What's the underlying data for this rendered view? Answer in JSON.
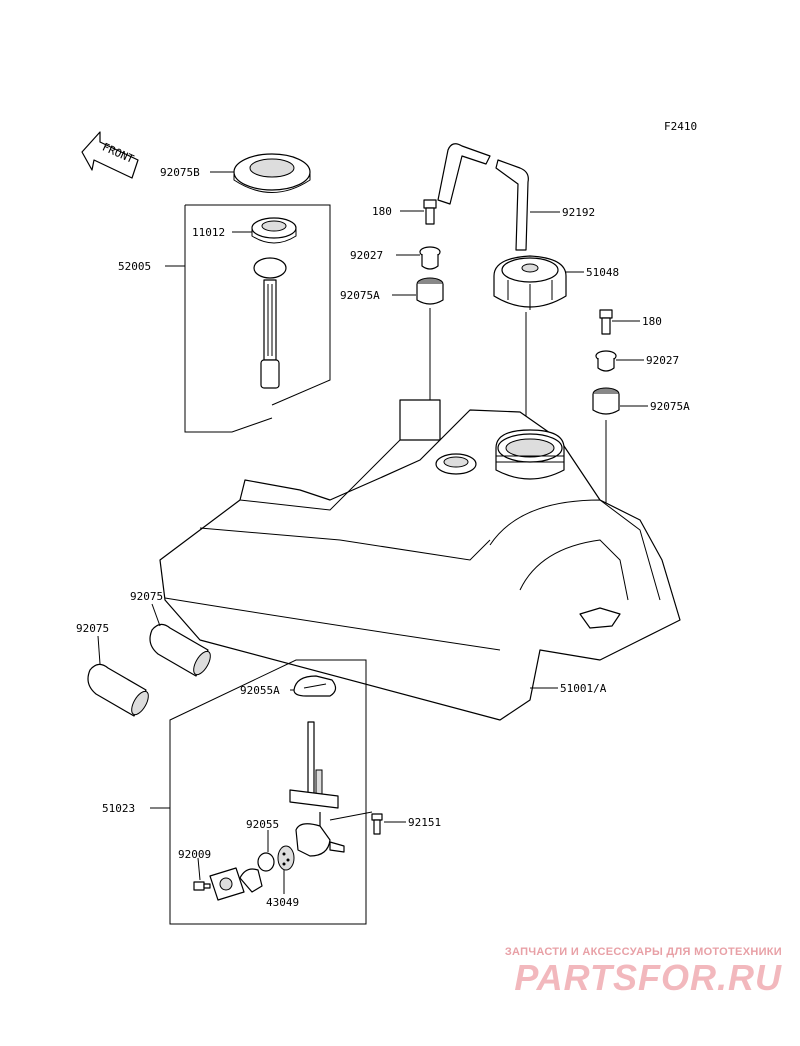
{
  "figure_code": "F2410",
  "front_label": "FRONT",
  "parts": {
    "p92075B": "92075B",
    "p11012": "11012",
    "p52005": "52005",
    "p180_top": "180",
    "p92192": "92192",
    "p92027_left": "92027",
    "p92075A_left": "92075A",
    "p51048": "51048",
    "p180_right": "180",
    "p92027_right": "92027",
    "p92075A_right": "92075A",
    "p92075_upper": "92075",
    "p92075_lower": "92075",
    "p92055A": "92055A",
    "p51001A": "51001/A",
    "p51023": "51023",
    "p92055": "92055",
    "p92151": "92151",
    "p92009": "92009",
    "p43049": "43049"
  },
  "watermark": {
    "line1": "ЗАПЧАСТИ И АКСЕССУАРЫ ДЛЯ МОТОТЕХНИКИ",
    "logo": "PARTSFOR.RU"
  }
}
